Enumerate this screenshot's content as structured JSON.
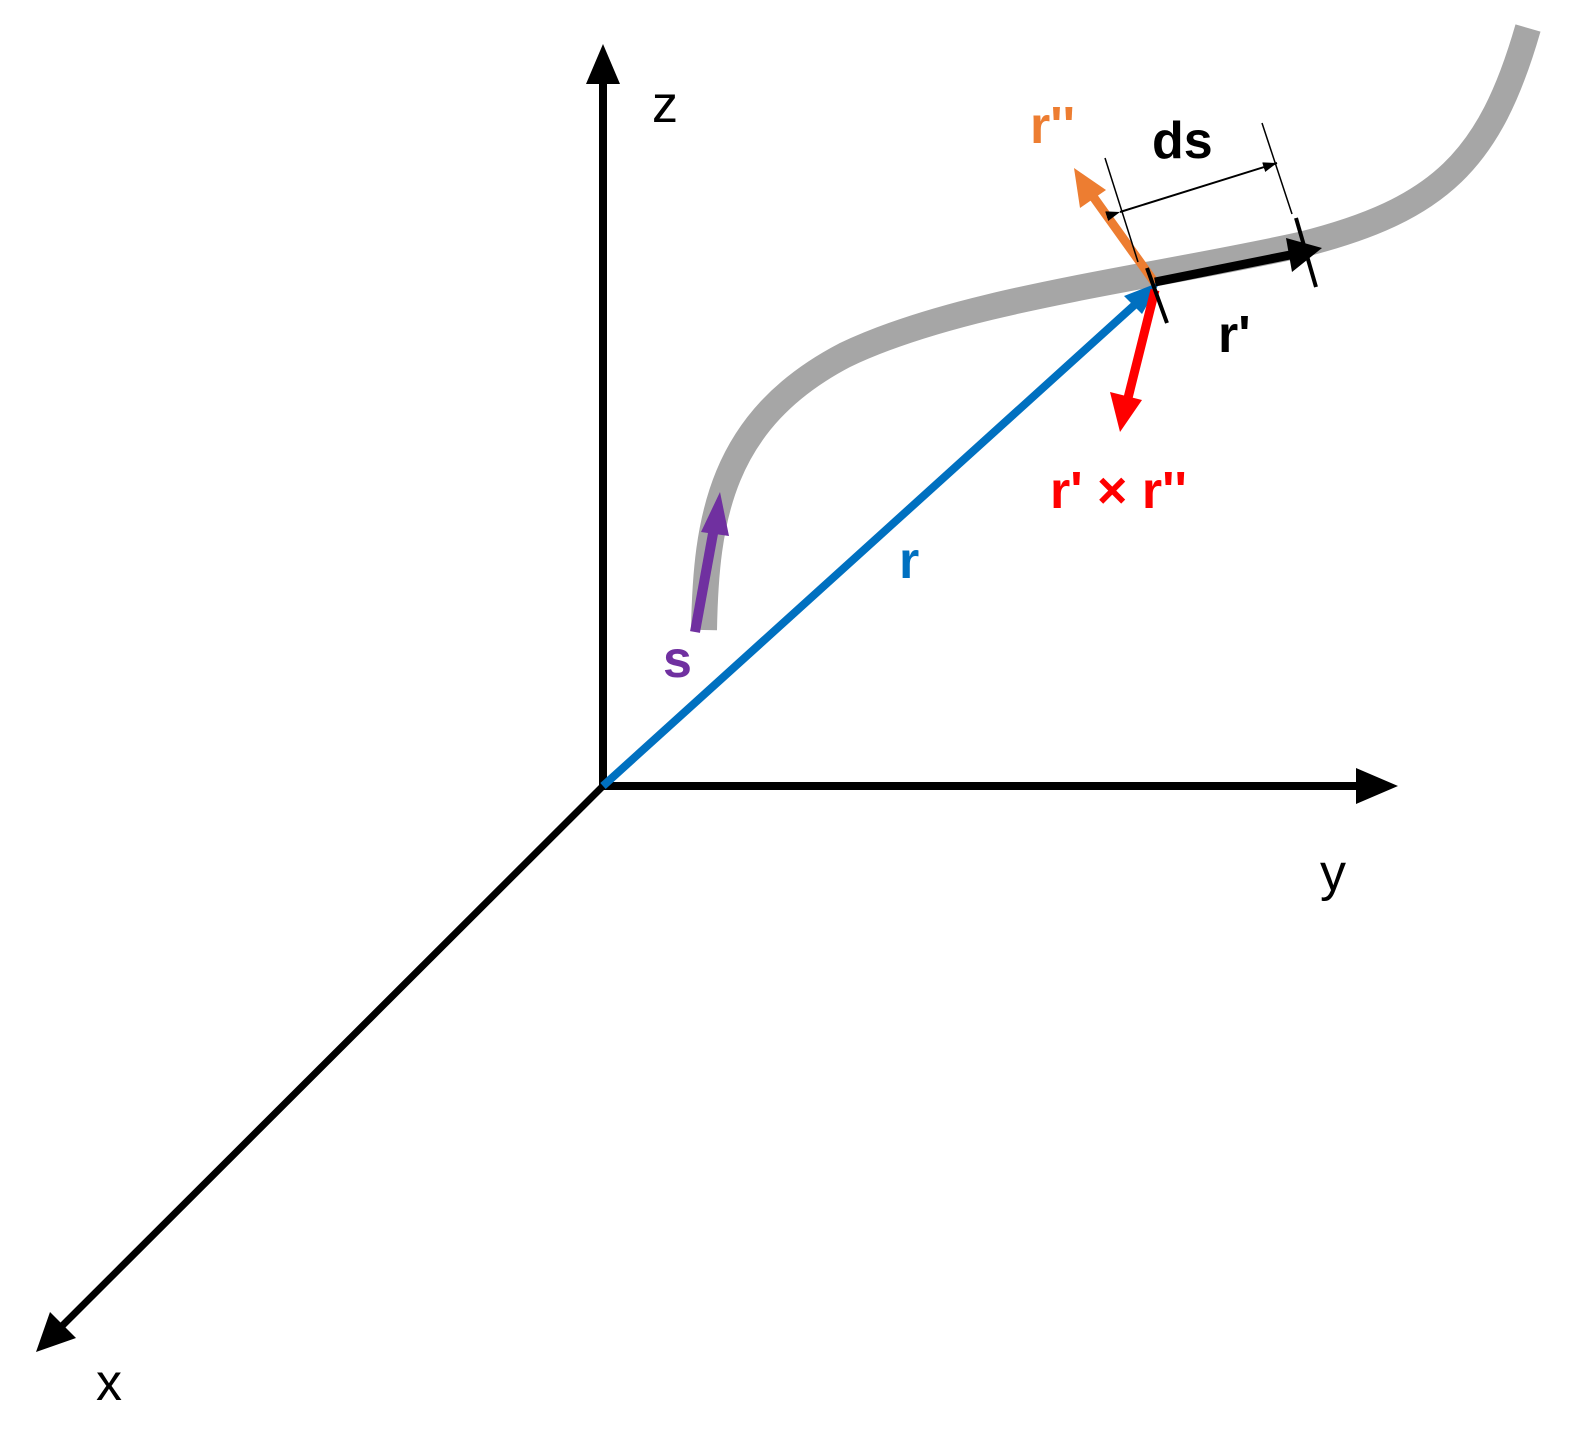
{
  "labels": {
    "z_axis": "z",
    "y_axis": "y",
    "x_axis": "x",
    "position_vector": "r",
    "arc_length": "s",
    "first_derivative": "r'",
    "second_derivative": "r''",
    "cross_product": "r' × r''",
    "ds": "ds"
  },
  "colors": {
    "axes": "#000000",
    "curve": "#a6a6a6",
    "position_vector": "#0070c0",
    "arc_length": "#7030a0",
    "first_derivative": "#000000",
    "second_derivative": "#ed7d31",
    "cross_product": "#ff0000",
    "ds_marker": "#000000"
  }
}
